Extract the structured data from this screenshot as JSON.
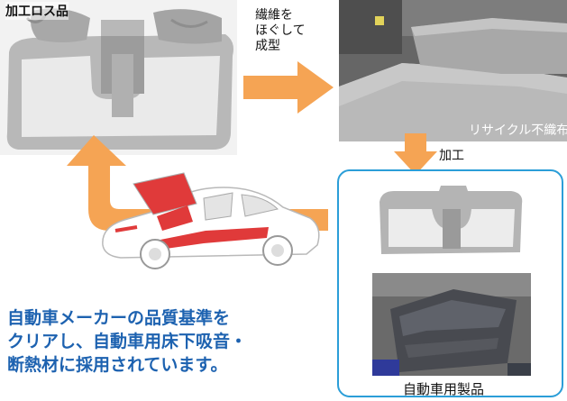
{
  "labels": {
    "scrap": "加工ロス品",
    "process_1": "繊維を",
    "process_2": "ほぐして",
    "process_3": "成型",
    "recycled": "リサイクル不織布",
    "process_step": "加工",
    "product": "自動車用製品"
  },
  "caption": [
    "自動車メーカーの品質基準を",
    "クリアし、自動車用床下吸音・",
    "断熱材に採用されています。"
  ],
  "colors": {
    "arrow": "#f5a454",
    "frame": "#2b9ed8",
    "caption": "#1d62b0"
  }
}
